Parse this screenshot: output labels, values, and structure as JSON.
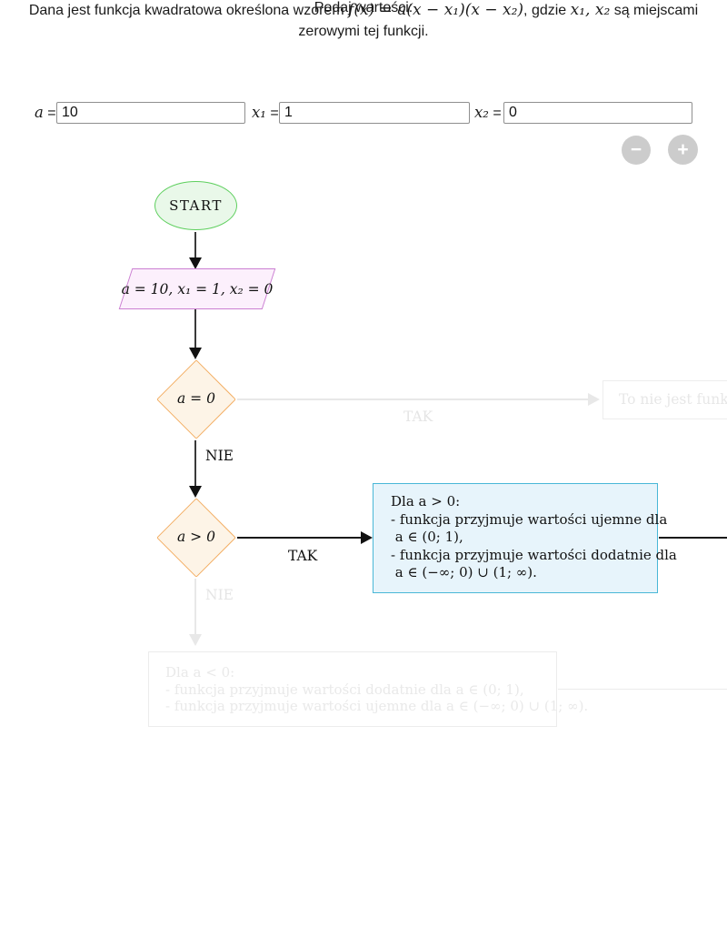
{
  "problem": {
    "before_formula": "Dana jest funkcja kwadratowa określona wzorem ",
    "formula": "f(x) = a(x − x₁)(x − x₂)",
    "after_formula": ", gdzie ",
    "roots": "x₁, x₂",
    "line1_end": " są miejscami",
    "line2": "zerowymi tej funkcji.",
    "prompt": "Podaj wartości:"
  },
  "inputs": {
    "equals": "=",
    "a": {
      "label": "a",
      "value": "10"
    },
    "x1": {
      "label": "x₁",
      "value": "1"
    },
    "x2": {
      "label": "x₂",
      "value": "0"
    }
  },
  "zoom_controls": {
    "minus_label": "−",
    "plus_label": "+"
  },
  "flowchart": {
    "start_label": "START",
    "init_label": "a = 10, x₁ = 1, x₂ = 0",
    "decision1_label": "a = 0",
    "decision2_label": "a > 0",
    "branch_labels": {
      "yes": "TAK",
      "no": "NIE"
    },
    "not_function_text": "To nie jest funkcja",
    "positive_box_lines": [
      "Dla a > 0:",
      "- funkcja przyjmuje wartości ujemne dla",
      " a ∈ (0; 1),",
      "- funkcja przyjmuje wartości dodatnie dla",
      " a ∈ (−∞; 0) ∪ (1; ∞)."
    ],
    "negative_box_lines": [
      "Dla a < 0:",
      "- funkcja przyjmuje wartości dodatnie dla a ∈ (0; 1),",
      "- funkcja przyjmuje wartości ujemne dla a ∈ (−∞; 0) ∪ (1; ∞)."
    ]
  },
  "colors": {
    "start_fill": "#e9f8e9",
    "start_border": "#5ecf5e",
    "io_fill": "#fcf0fc",
    "io_border": "#cb7fd2",
    "decision_fill": "#fdf4e7",
    "decision_border": "#f3ae63",
    "result_fill": "#e7f4fb",
    "result_border": "#49b7d7",
    "inactive_gray": "#e8e8e8",
    "zoom_button_gray": "#cccccc",
    "arrow_black": "#111111"
  }
}
